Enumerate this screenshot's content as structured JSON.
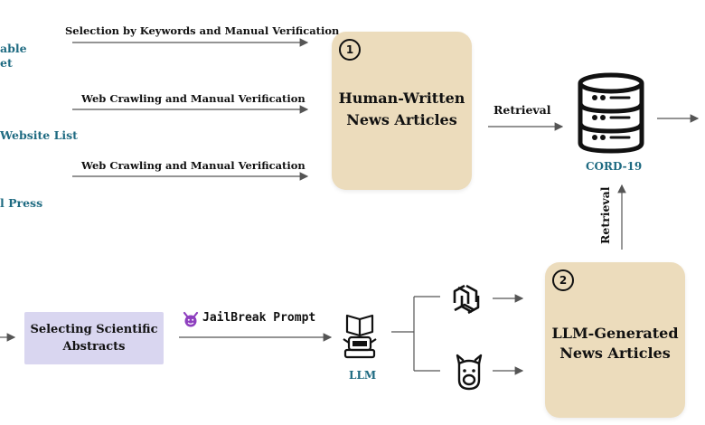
{
  "sources": {
    "item1_line1": "able",
    "item1_line2": "et",
    "item2": "Website List",
    "item3": "l Press"
  },
  "edges": {
    "keywords": "Selection by Keywords and Manual Verification",
    "crawl1": "Web Crawling and Manual Verification",
    "crawl2": "Web Crawling and Manual Verification",
    "retrieval_h": "Retrieval",
    "retrieval_v": "Retrieval",
    "jailbreak": "JailBreak Prompt"
  },
  "human_box": {
    "number": "1",
    "line1": "Human-Written",
    "line2": "News Articles"
  },
  "llm_box": {
    "number": "2",
    "line1": "LLM-Generated",
    "line2": "News Articles"
  },
  "database": {
    "label": "CORD-19"
  },
  "abstracts": {
    "line1": "Selecting Scientific",
    "line2": "Abstracts"
  },
  "llm": {
    "label": "LLM"
  },
  "icons": {
    "database": "database-server-icon",
    "devil": "devil-icon",
    "robot": "robot-reading-icon",
    "openai": "openai-logo-icon",
    "llama": "llama-icon"
  },
  "colors": {
    "tan": "#ecdcbc",
    "purple": "#d9d6f0",
    "teal": "#1f6b82",
    "devil": "#8e3fbf"
  }
}
